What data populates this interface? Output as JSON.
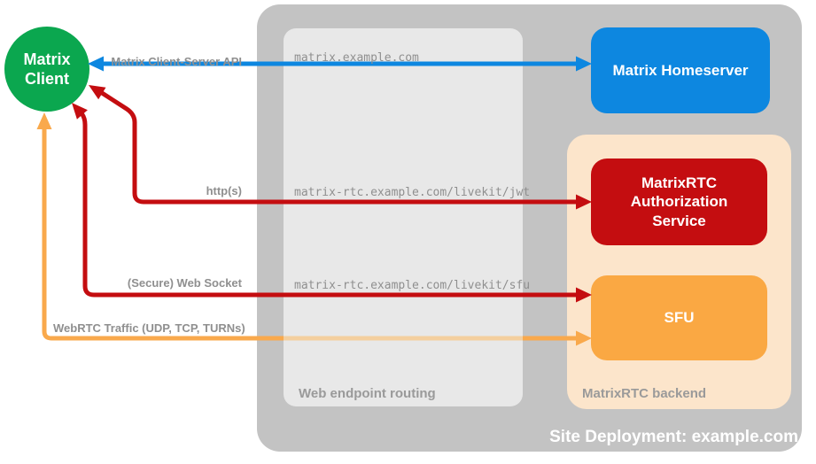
{
  "diagram_title": "Site Deployment: example.com",
  "client": {
    "line1": "Matrix",
    "line2": "Client"
  },
  "nodes": {
    "homeserver": {
      "label": "Matrix Homeserver",
      "color": "#0d87e0"
    },
    "auth": {
      "label": "MatrixRTC Authorization Service",
      "color": "#c40d10"
    },
    "sfu": {
      "label": "SFU",
      "color": "#faa843"
    }
  },
  "groups": {
    "site": {
      "label": "Site Deployment: example.com"
    },
    "web": {
      "label": "Web endpoint routing"
    },
    "backend": {
      "label": "MatrixRTC backend"
    }
  },
  "arrows": [
    {
      "id": "client-server-api",
      "label": "Matrix Client-Server API",
      "endpoint": "matrix.example.com",
      "color": "#0d87e0",
      "direction": "bidirectional",
      "from": "Matrix Client",
      "to": "Matrix Homeserver"
    },
    {
      "id": "https",
      "label": "http(s)",
      "endpoint": "matrix-rtc.example.com/livekit/jwt",
      "color": "#c40d10",
      "direction": "bidirectional",
      "from": "Matrix Client",
      "to": "MatrixRTC Authorization Service"
    },
    {
      "id": "web-socket",
      "label": "(Secure) Web Socket",
      "endpoint": "matrix-rtc.example.com/livekit/sfu",
      "color": "#c40d10",
      "direction": "bidirectional",
      "from": "Matrix Client",
      "to": "SFU"
    },
    {
      "id": "webrtc-traffic",
      "label": "WebRTC Traffic (UDP, TCP, TURNs)",
      "endpoint": "",
      "color": "#f9a94c",
      "direction": "bidirectional",
      "from": "Matrix Client",
      "to": "SFU"
    }
  ],
  "palette": {
    "client_green": "#0ba74f",
    "homeserver_blue": "#0d87e0",
    "auth_red": "#c40d10",
    "sfu_orange": "#faa843",
    "webrtc_orange": "#f9a94c",
    "webrtc_orange_faded": "#f4cf9e",
    "backend_peach": "#fce5cb",
    "outer_gray": "#c3c3c3",
    "inner_gray": "#e8e8e8",
    "label_gray": "#8f8f8f",
    "section_label_gray": "#9a9a9a",
    "background": "#ffffff"
  }
}
